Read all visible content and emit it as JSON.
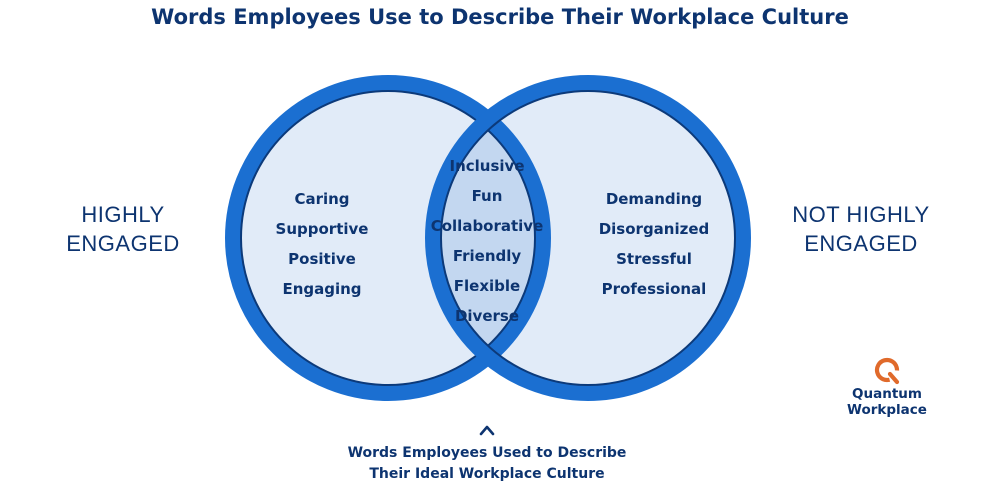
{
  "title": "Words Employees Use to Describe Their Workplace Culture",
  "left_group": {
    "label_lines": [
      "HIGHLY",
      "ENGAGED"
    ],
    "words": [
      "Caring",
      "Supportive",
      "Positive",
      "Engaging"
    ]
  },
  "right_group": {
    "label_lines": [
      "NOT HIGHLY",
      "ENGAGED"
    ],
    "words": [
      "Demanding",
      "Disorganized",
      "Stressful",
      "Professional"
    ]
  },
  "overlap": {
    "words": [
      "Inclusive",
      "Fun",
      "Collaborative",
      "Friendly",
      "Flexible",
      "Diverse"
    ],
    "caption_lines": [
      "Words Employees Used to Describe",
      "Their Ideal Workplace Culture"
    ],
    "pointer_icon": "caret-up-icon"
  },
  "logo": {
    "icon": "quantum-q-icon",
    "lines": [
      "Quantum",
      "Workplace"
    ]
  },
  "colors": {
    "title": "#0d3470",
    "circle_ring": "#1b6fd1",
    "circle_inner_border": "#0c3a7a",
    "circle_fill": "#e1ebf8",
    "overlap_fill": "#c3d7f0",
    "logo_icon": "#e06a2b"
  }
}
